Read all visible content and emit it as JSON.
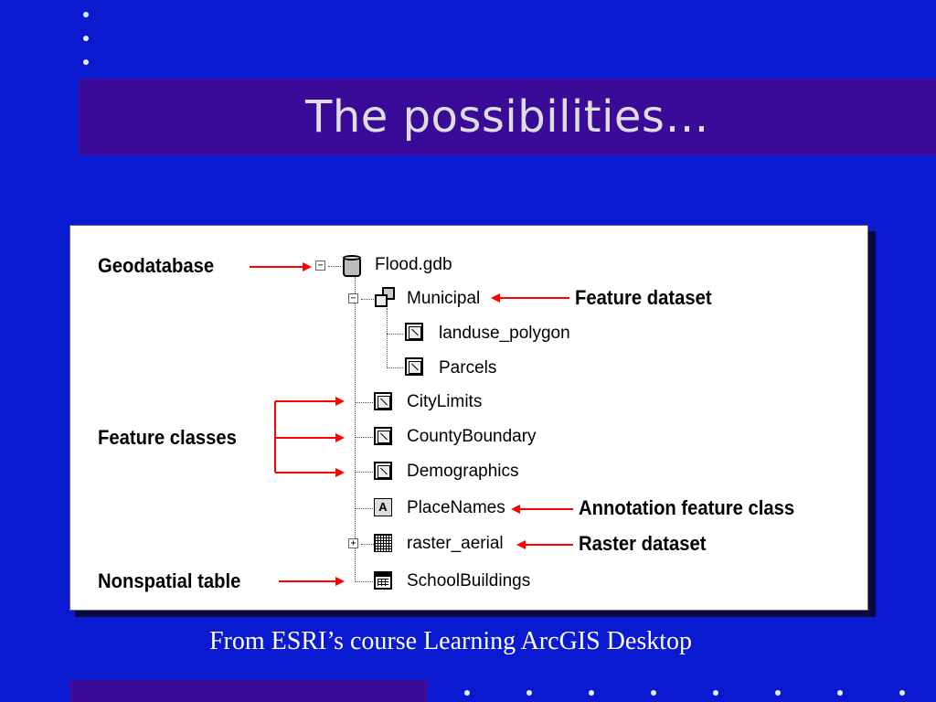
{
  "slide": {
    "title": "The possibilities…",
    "caption": "From ESRI’s course Learning ArcGIS Desktop",
    "colors": {
      "background": "#0a1ad0",
      "band": "#3a0a98",
      "arrow": "#ff0000"
    }
  },
  "figure": {
    "annotations": {
      "geodatabase": "Geodatabase",
      "feature_dataset": "Feature dataset",
      "feature_classes": "Feature classes",
      "annotation_feature_class": "Annotation feature class",
      "raster_dataset": "Raster dataset",
      "nonspatial_table": "Nonspatial table"
    },
    "tree": {
      "root": {
        "label": "Flood.gdb",
        "icon": "geodatabase-icon",
        "expander": "−"
      },
      "municipal": {
        "label": "Municipal",
        "icon": "feature-dataset-icon",
        "expander": "−"
      },
      "landuse": {
        "label": "landuse_polygon",
        "icon": "feature-class-icon"
      },
      "parcels": {
        "label": "Parcels",
        "icon": "feature-class-icon"
      },
      "citylimits": {
        "label": "CityLimits",
        "icon": "feature-class-icon"
      },
      "county": {
        "label": "CountyBoundary",
        "icon": "feature-class-icon"
      },
      "demographics": {
        "label": "Demographics",
        "icon": "feature-class-icon"
      },
      "placenames": {
        "label": "PlaceNames",
        "icon": "annotation-icon",
        "glyph": "A"
      },
      "raster": {
        "label": "raster_aerial",
        "icon": "raster-icon",
        "expander": "+"
      },
      "school": {
        "label": "SchoolBuildings",
        "icon": "table-icon"
      }
    }
  }
}
